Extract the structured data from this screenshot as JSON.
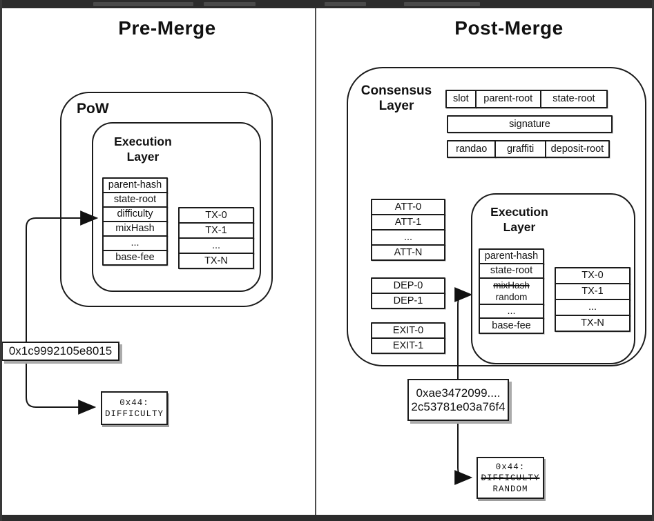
{
  "left_panel": {
    "title": "Pre-Merge",
    "pow_label": "PoW",
    "execution_layer": {
      "label_line1": "Execution",
      "label_line2": "Layer",
      "fields": [
        "parent-hash",
        "state-root",
        "difficulty",
        "mixHash",
        "...",
        "base-fee"
      ],
      "transactions": [
        "TX-0",
        "TX-1",
        "...",
        "TX-N"
      ]
    },
    "difficulty_value": "0x1c9992105e8015",
    "storage_slot": {
      "address": "0x44:",
      "name": "DIFFICULTY"
    }
  },
  "right_panel": {
    "title": "Post-Merge",
    "consensus_layer": {
      "label_line1": "Consensus",
      "label_line2": "Layer",
      "header_row1": [
        "slot",
        "parent-root",
        "state-root"
      ],
      "signature_label": "signature",
      "header_row3": [
        "randao",
        "graffiti",
        "deposit-root"
      ],
      "attestations": [
        "ATT-0",
        "ATT-1",
        "...",
        "ATT-N"
      ],
      "deposits": [
        "DEP-0",
        "DEP-1"
      ],
      "exits": [
        "EXIT-0",
        "EXIT-1"
      ]
    },
    "execution_layer": {
      "label_line1": "Execution",
      "label_line2": "Layer",
      "mixhash_struck": "mixHash",
      "fields": [
        "parent-hash",
        "state-root",
        "random",
        "...",
        "base-fee"
      ],
      "transactions": [
        "TX-0",
        "TX-1",
        "...",
        "TX-N"
      ]
    },
    "random_value_line1": "0xae3472099....",
    "random_value_line2": "2c53781e03a76f4",
    "storage_slot": {
      "address": "0x44:",
      "old_name_struck": "DIFFICULTY",
      "new_name": "RANDOM"
    }
  },
  "colors": {
    "ink": "#1b1b1b",
    "frame_bar": "#2c2c2c",
    "divider": "#4d4d4d"
  }
}
